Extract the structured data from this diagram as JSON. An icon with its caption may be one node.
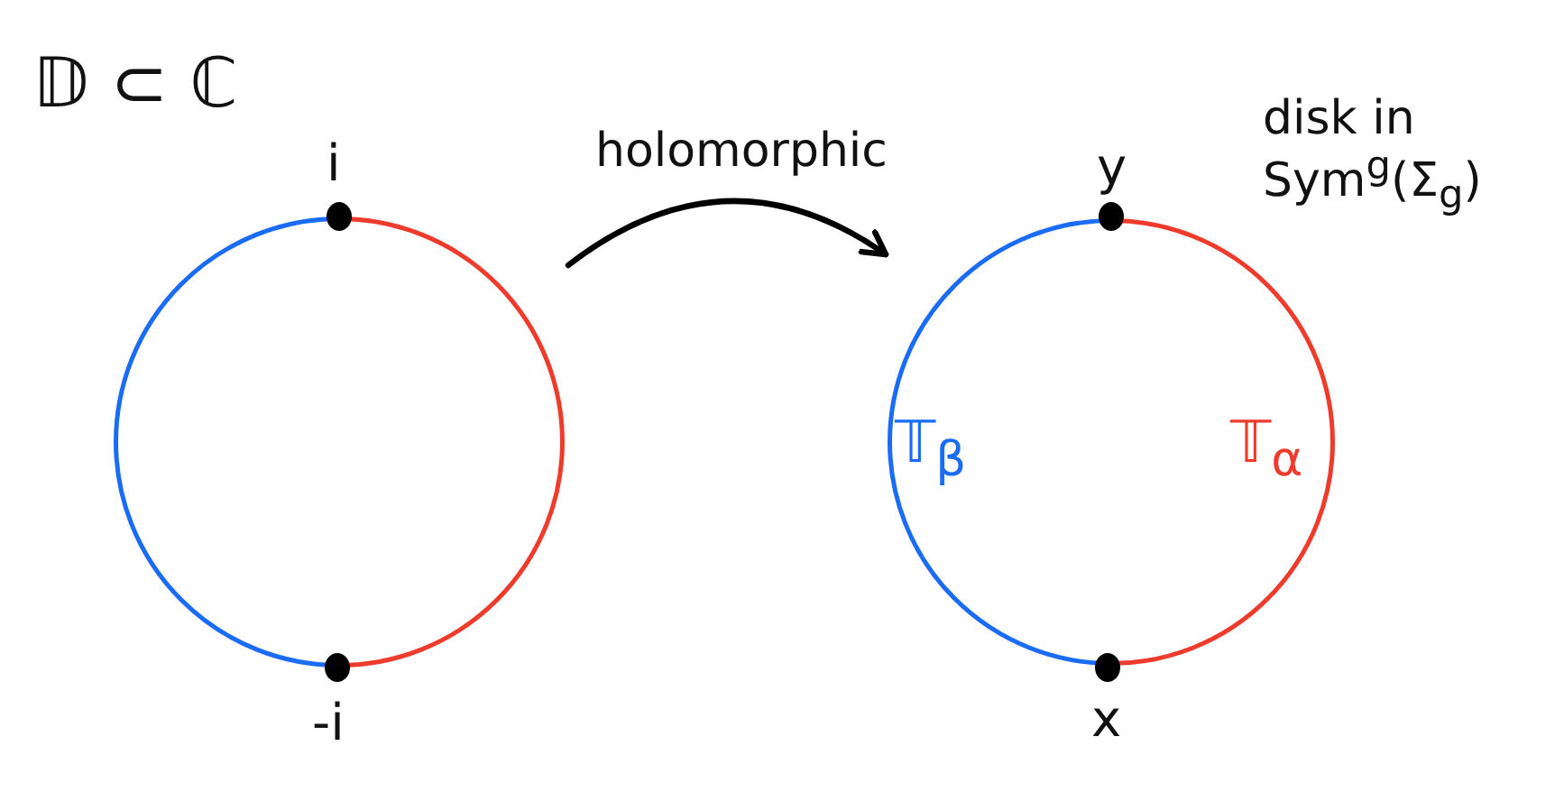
{
  "diagram": {
    "nodes": [
      {
        "text": [],
        "shape": "circle",
        "beside": [
          "i",
          "-i"
        ]
      },
      {
        "text": [],
        "shape": "circle",
        "beside": [
          "y",
          "x"
        ]
      }
    ],
    "edges": [
      {
        "from": 0,
        "to": 1,
        "arrow": "to",
        "label": "holomorphic"
      }
    ],
    "labels": [
      "𝔻 ⊂ ℂ",
      "disk in Sym$^{g}$(Σ$_{g}$)",
      "𝕋$_{β}$",
      "𝕋$_{α}$"
    ]
  }
}
